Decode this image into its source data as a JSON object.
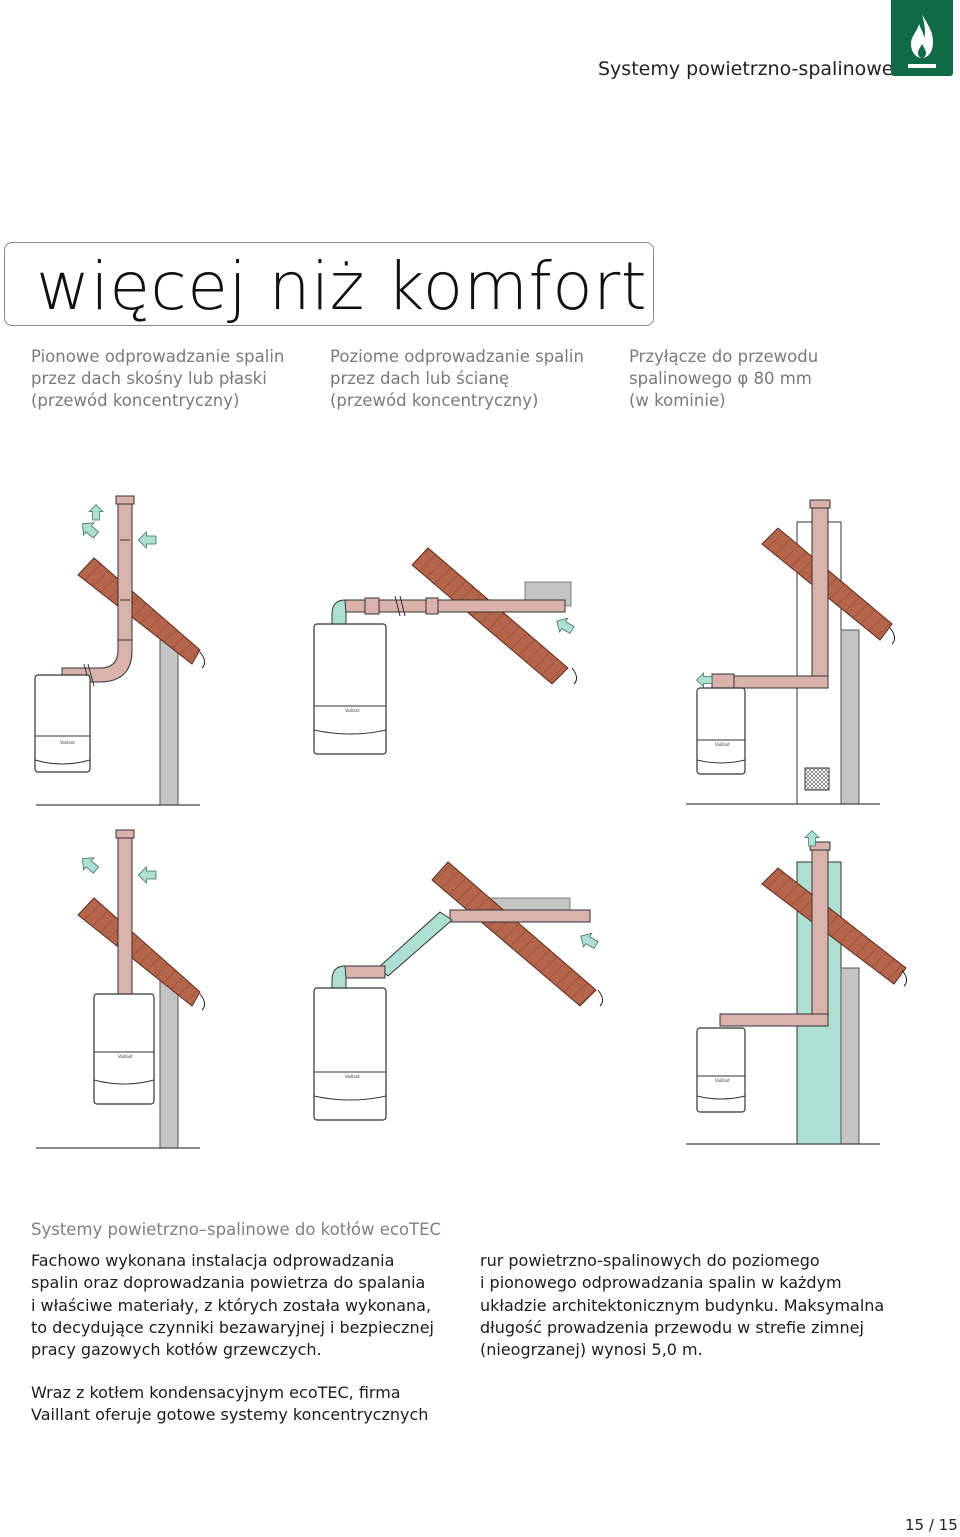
{
  "header": {
    "title": "Systemy powietrzno-spalinowe",
    "logo_icon": "flame-icon"
  },
  "banner": {
    "title": "więcej niż komfort"
  },
  "captions": [
    {
      "lines": [
        "Pionowe odprowadzanie spalin",
        "przez dach skośny lub płaski",
        "(przewód koncentryczny)"
      ]
    },
    {
      "lines": [
        "Poziome odprowadzanie spalin",
        "przez dach lub ścianę",
        "(przewód koncentryczny)"
      ]
    },
    {
      "lines": [
        "Przyłącze do przewodu",
        "spalinowego φ 80 mm",
        "(w kominie)"
      ]
    }
  ],
  "boiler_brand": "Vaillant",
  "section": {
    "heading": "Systemy powietrzno–spalinowe do kotłów ecoTEC",
    "left_column": [
      "Fachowo wykonana instalacja odprowadzania",
      "spalin oraz doprowadzania powietrza do spalania",
      "i właściwe materiały, z których została wykonana,",
      "to decydujące czynniki bezawaryjnej i bezpiecznej",
      "pracy gazowych kotłów grzewczych."
    ],
    "right_column": [
      "rur powietrzno-spalinowych do poziomego",
      "i pionowego odprowadzania spalin w każdym",
      "układzie architektonicznym budynku. Maksymalna",
      "długość prowadzenia przewodu w strefie zimnej",
      "(nieogrzanej) wynosi 5,0 m."
    ],
    "bottom_paragraph": [
      "Wraz z kotłem kondensacyjnym ecoTEC, firma",
      "Vaillant oferuje gotowe systemy koncentrycznych"
    ]
  },
  "page_number": "15 / 15",
  "colors": {
    "brand_green": "#0f6a45",
    "pipe_pink": "#d9b3ab",
    "air_teal": "#aee0d2",
    "roof_brown": "#b5654b",
    "wall_grey": "#c4c4c4",
    "caption_grey": "#7a7a7a"
  }
}
